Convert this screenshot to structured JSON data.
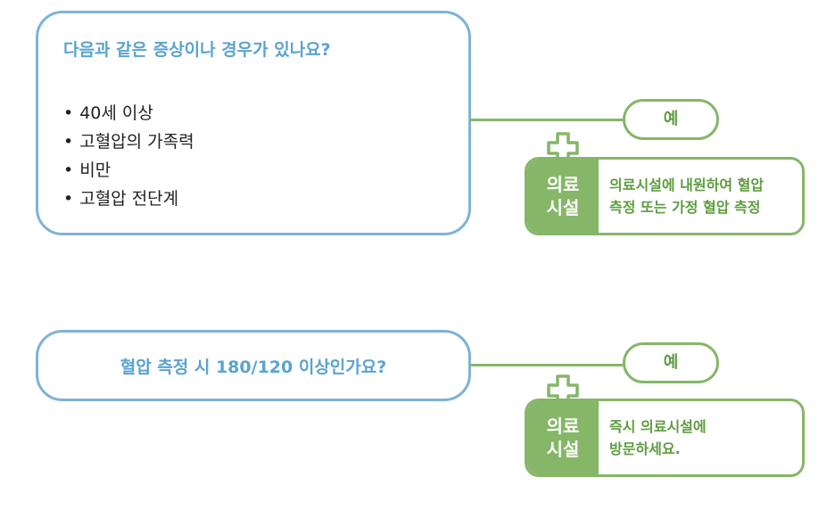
{
  "box1": {
    "question": "다음과 같은 증상이나 경우가 있나요?",
    "items": [
      "40세 이상",
      "고혈압의 가족력",
      "비만",
      "고혈압 전단계"
    ],
    "answer": "예",
    "facility_label": [
      "의료",
      "시설"
    ],
    "facility_text": [
      "의료시설에 내원하여 혈압",
      "측정 또는 가정 혈압 측정"
    ]
  },
  "box2": {
    "question": "혈압 측정 시 180/120 이상인가요?",
    "answer": "예",
    "facility_label": [
      "의료",
      "시설"
    ],
    "facility_text": [
      "즉시 의료시설에",
      "방문하세요."
    ]
  },
  "colors": {
    "question_border": "#7db3d6",
    "question_text": "#5ba3cf",
    "green": "#86b668",
    "green_text": "#5e9c3f"
  },
  "icons": [
    "medical-cross-icon"
  ]
}
